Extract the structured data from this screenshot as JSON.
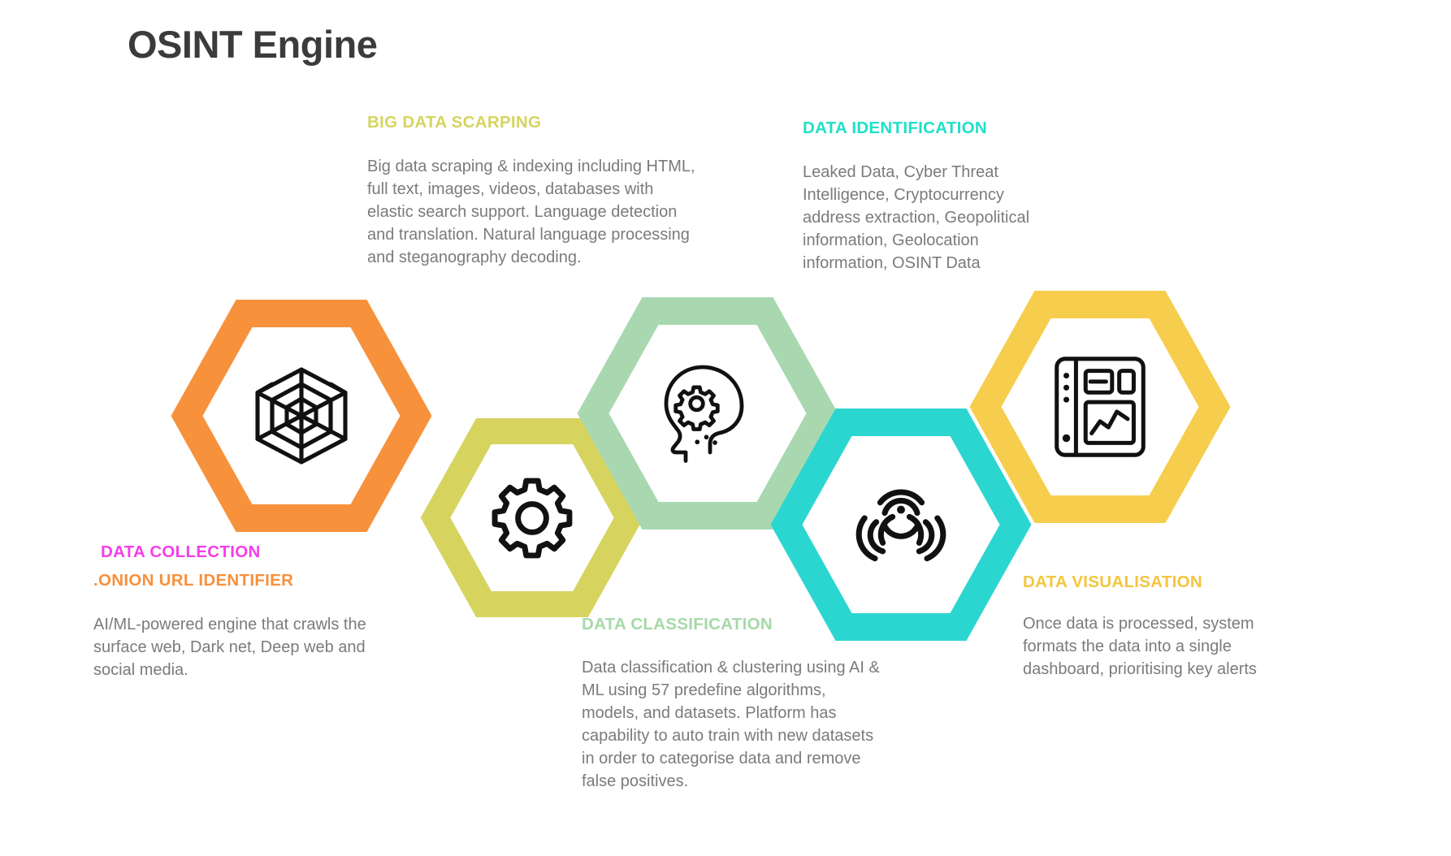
{
  "page": {
    "title": "OSINT Engine",
    "title_color": "#3b3b3b",
    "background": "#ffffff",
    "body_text_color": "#7b7b7b"
  },
  "colors": {
    "orange": "#F7913C",
    "khaki": "#D6D45F",
    "mint": "#A9D8B0",
    "cyan": "#2BD6D0",
    "gold": "#F6CD4C",
    "magenta": "#F53EE8",
    "heading_scraping": "#D6D45F",
    "heading_identification": "#1FE0C8",
    "heading_collection": "#F53EE8",
    "heading_onion": "#F7913C",
    "heading_classification": "#A6D9A8",
    "heading_visualisation": "#F3C53F"
  },
  "blocks": {
    "scraping": {
      "heading": "BIG DATA SCARPING",
      "body": "Big data scraping & indexing including HTML, full text, images, videos, databases with elastic search support. Language detection and translation. Natural language processing and steganography decoding."
    },
    "identification": {
      "heading": "DATA IDENTIFICATION",
      "body": "Leaked Data, Cyber Threat Intelligence, Cryptocurrency address extraction, Geopolitical information, Geolocation information, OSINT Data"
    },
    "collection": {
      "heading": "DATA COLLECTION",
      "heading2": ".ONION URL IDENTIFIER",
      "body": "AI/ML-powered engine that crawls the surface web, Dark net, Deep web and social media."
    },
    "classification": {
      "heading": "DATA CLASSIFICATION",
      "body": "Data classification & clustering using AI & ML using 57 predefine algorithms, models, and datasets. Platform has capability to auto train with new datasets in order to categorise data and remove false positives."
    },
    "visualisation": {
      "heading": "DATA VISUALISATION",
      "body": "Once data is processed, system formats the data into a single dashboard, prioritising key alerts"
    }
  },
  "hexagons": [
    {
      "id": "collection",
      "icon": "spider-web-icon",
      "border_color": "#F7913C"
    },
    {
      "id": "scraping",
      "icon": "gear-icon",
      "border_color": "#D6D45F"
    },
    {
      "id": "classification",
      "icon": "head-gear-brain-icon",
      "border_color": "#A9D8B0"
    },
    {
      "id": "identification",
      "icon": "biohazard-icon",
      "border_color": "#2BD6D0"
    },
    {
      "id": "visualisation",
      "icon": "dashboard-chart-icon",
      "border_color": "#F6CD4C"
    }
  ]
}
